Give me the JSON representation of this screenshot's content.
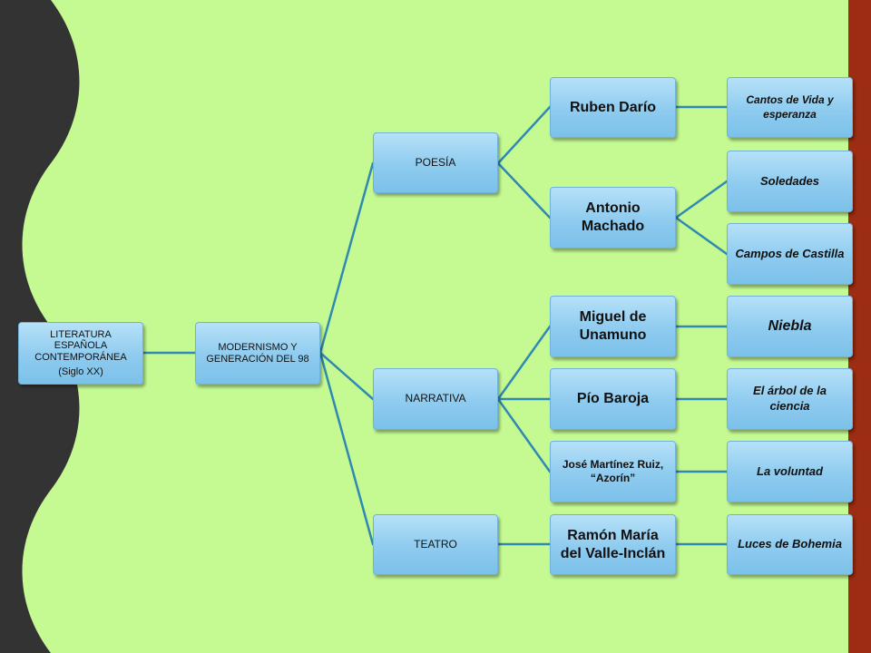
{
  "colors": {
    "background": "#c5fa93",
    "left_border": "#333333",
    "right_stripe": "#9c2d12",
    "node_fill": "#8ecbef",
    "connector": "#2f89b3"
  },
  "diagram": {
    "root": {
      "line1": "LITERATURA ESPAÑOLA CONTEMPORÁNEA",
      "line2": "(Siglo XX)"
    },
    "movement": "MODERNISMO Y GENERACIÓN DEL 98",
    "genres": {
      "poesia": "POESÍA",
      "narrativa": "NARRATIVA",
      "teatro": "TEATRO"
    },
    "authors": {
      "dario": "Ruben Darío",
      "machado": "Antonio Machado",
      "unamuno": "Miguel de Unamuno",
      "baroja": "Pío Baroja",
      "azorin": "José Martínez Ruiz, “Azorín”",
      "valle": "Ramón María del Valle-Inclán"
    },
    "works": {
      "cantos": "Cantos de Vida y esperanza",
      "soledades": "Soledades",
      "campos": "Campos de Castilla",
      "niebla": "Niebla",
      "arbol": "El árbol de la ciencia",
      "voluntad": "La voluntad",
      "luces": "Luces de Bohemia"
    }
  }
}
